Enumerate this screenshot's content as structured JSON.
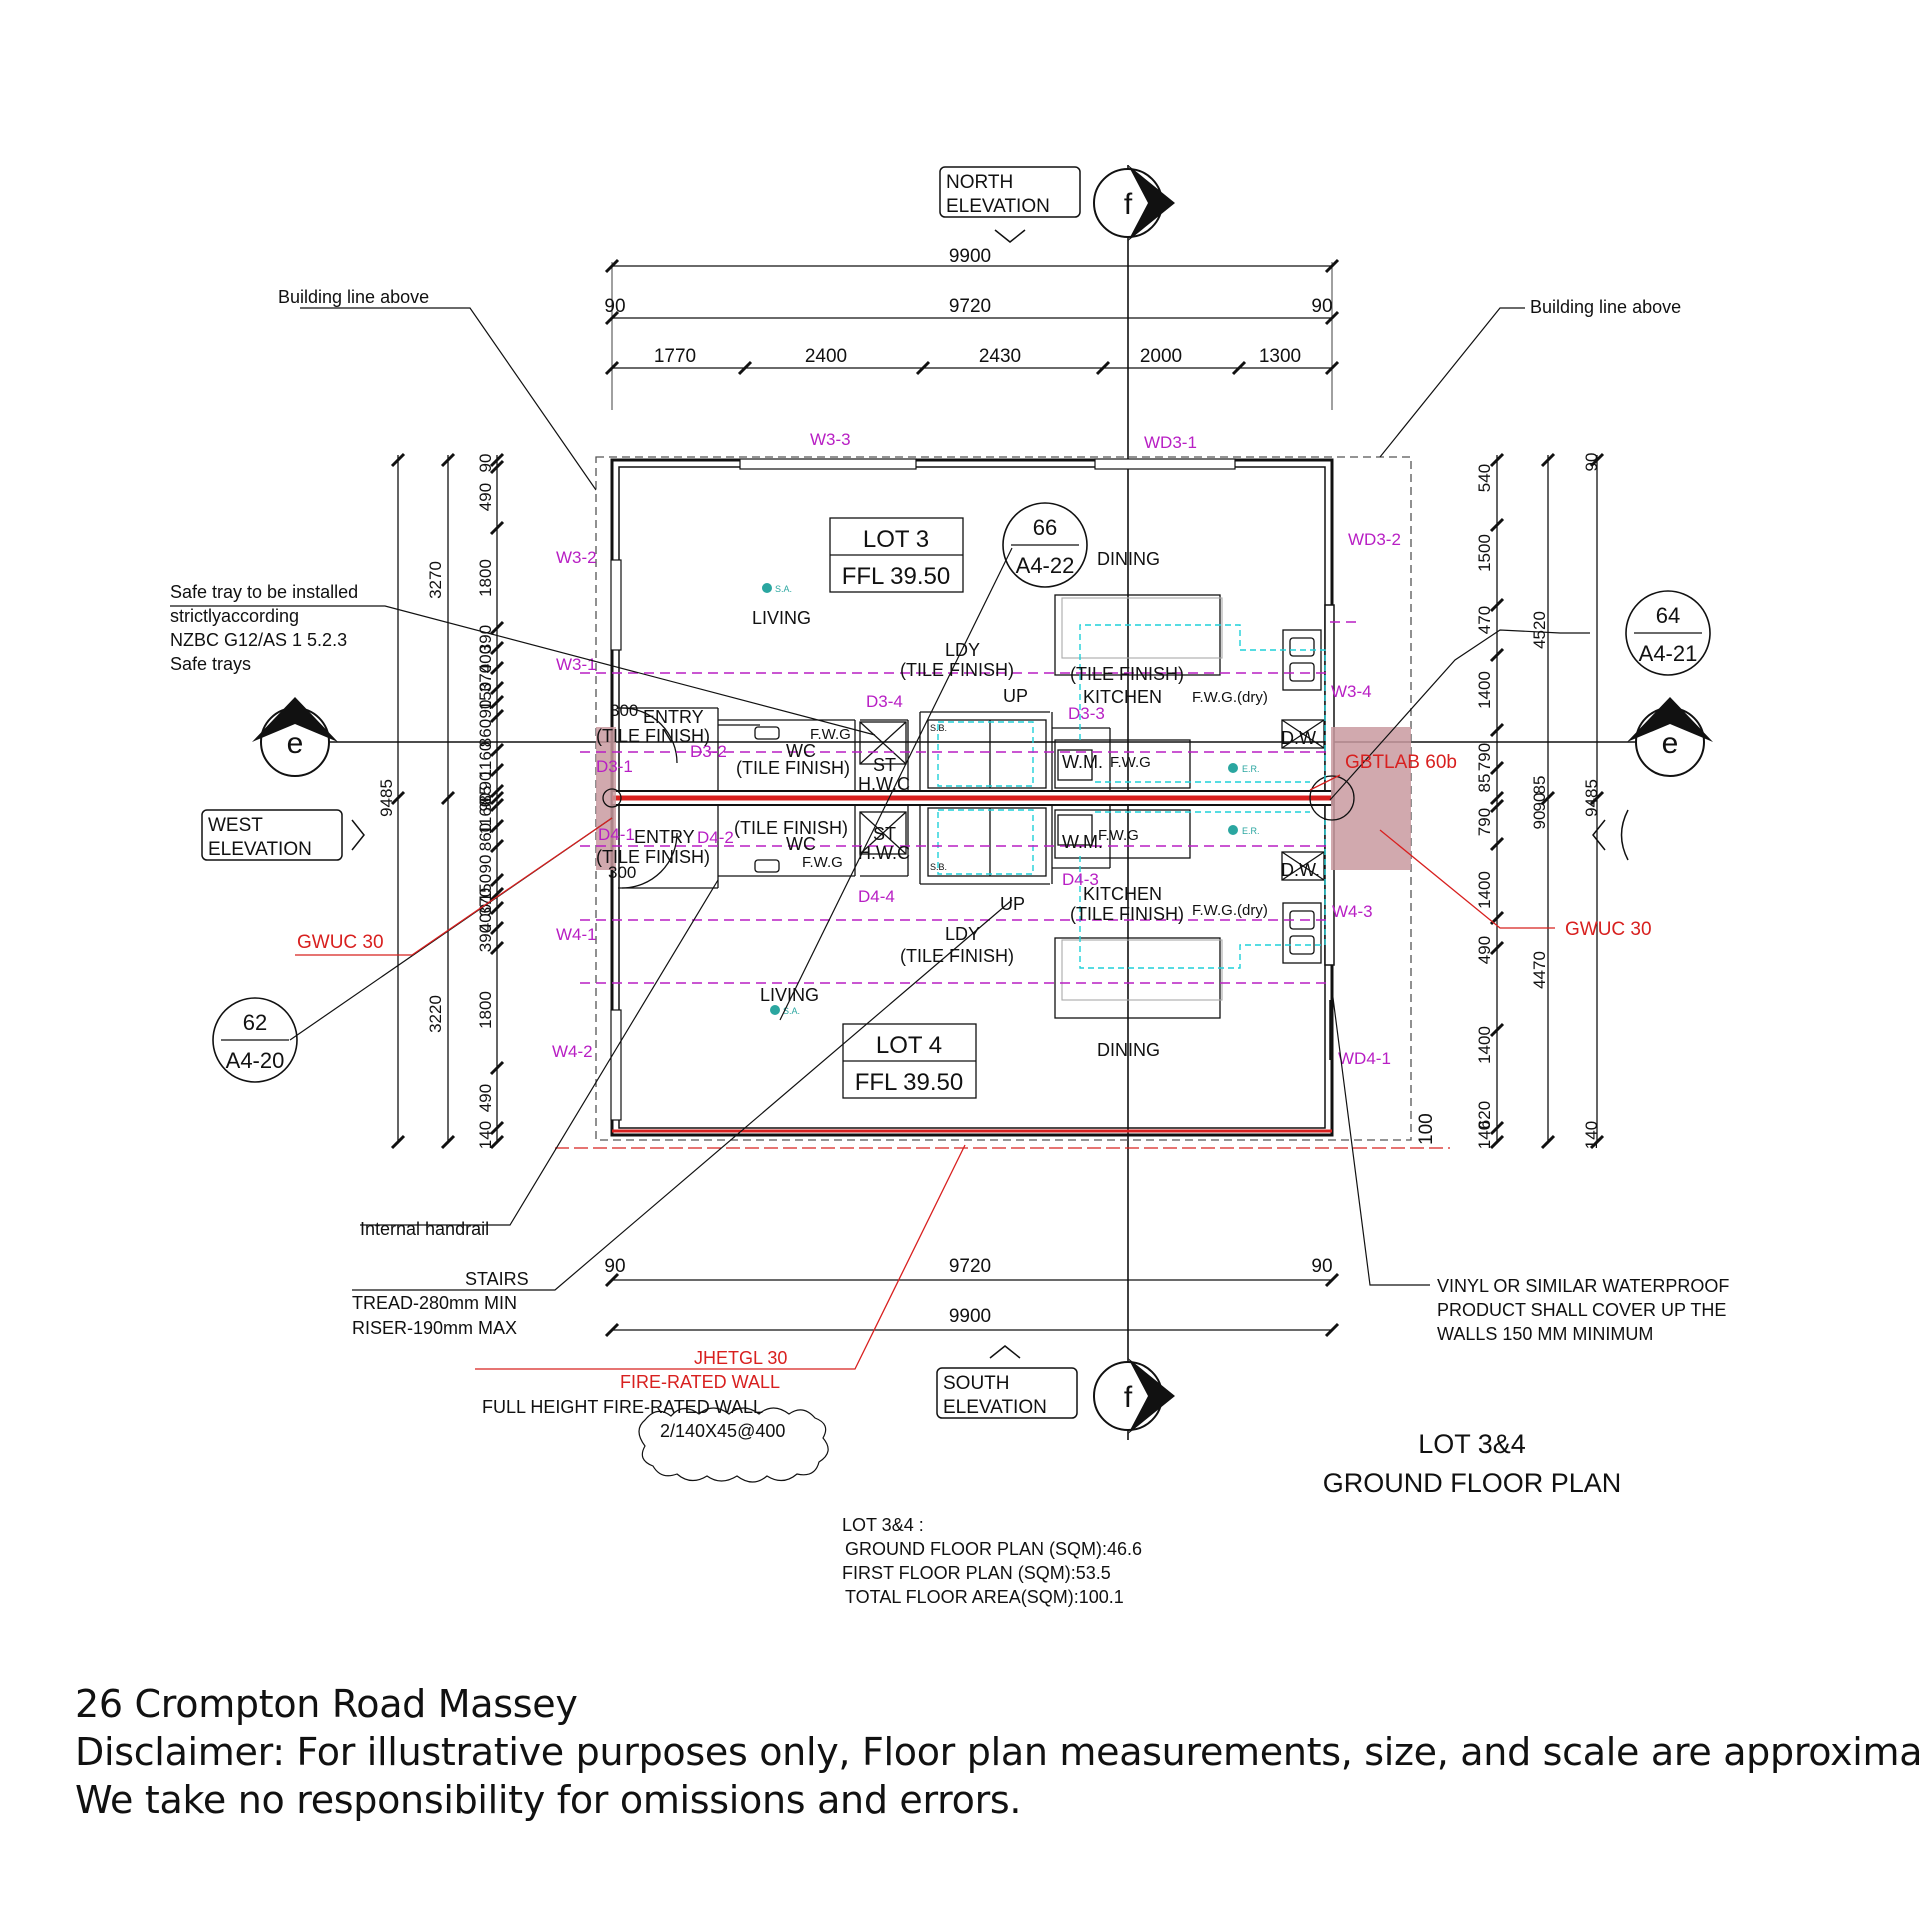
{
  "colors": {
    "ink": "#111111",
    "magenta": "#b81fc4",
    "red": "#d8201f",
    "cyan": "#1fd0d8",
    "pink": "#c99aa0",
    "teal": "#2aa6a0"
  },
  "elevation_tags": {
    "north": [
      "NORTH",
      "ELEVATION"
    ],
    "south": [
      "SOUTH",
      "ELEVATION"
    ],
    "west": [
      "WEST",
      "ELEVATION"
    ]
  },
  "grid_marks": {
    "f": "f",
    "e": "e"
  },
  "dimensions": {
    "top_overall": "9900",
    "top_inner": "9720",
    "top_left_wall": "90",
    "top_right_wall": "90",
    "top_segments": [
      "1770",
      "2400",
      "2430",
      "2000",
      "1300"
    ],
    "bottom_inner": "9720",
    "bottom_overall": "9900",
    "bottom_left_wall": "90",
    "bottom_right_wall": "90",
    "left_outer": "9485",
    "left_mid": [
      "3270",
      "3220"
    ],
    "left_inner": [
      "90",
      "490",
      "1800",
      "390",
      "400",
      "370",
      "150",
      "90",
      "860",
      "1160",
      "90",
      "85",
      "90",
      "1160",
      "860",
      "90",
      "150",
      "370",
      "400",
      "390",
      "1800",
      "490",
      "140"
    ],
    "right_outer": "9485",
    "right_mid": [
      "4520",
      "85",
      "90",
      "90",
      "4470"
    ],
    "right_inner": [
      "90",
      "540",
      "1500",
      "470",
      "1400",
      "790",
      "85",
      "790",
      "1400",
      "490",
      "1400",
      "620",
      "140"
    ],
    "right_gap": "100"
  },
  "window_tags": {
    "w3_3": "W3-3",
    "wd3_1": "WD3-1",
    "w3_2": "W3-2",
    "wd3_2": "WD3-2",
    "w3_1": "W3-1",
    "w3_4": "W3-4",
    "d3_4": "D3-4",
    "d3_2": "D3-2",
    "d3_1": "D3-1",
    "d3_3": "D3-3",
    "d4_1": "D4-1",
    "d4_2": "D4-2",
    "d4_4": "D4-4",
    "d4_3": "D4-3",
    "w4_1": "W4-1",
    "w4_2": "W4-2",
    "w4_3": "W4-3",
    "wd4_1": "WD4-1"
  },
  "rooms": {
    "lot3_title": "LOT 3",
    "lot3_ffl": "FFL 39.50",
    "lot4_title": "LOT 4",
    "lot4_ffl": "FFL 39.50",
    "living_3": "LIVING",
    "living_4": "LIVING",
    "dining_3": "DINING",
    "dining_4": "DINING",
    "ldy_3": [
      "LDY",
      "(TILE FINISH)"
    ],
    "ldy_4": [
      "LDY",
      "(TILE FINISH)"
    ],
    "kitchen_3": [
      "(TILE FINISH)",
      "KITCHEN"
    ],
    "kitchen_4": [
      "KITCHEN",
      "(TILE FINISH)"
    ],
    "entry_3": [
      "ENTRY",
      "(TILE FINISH)"
    ],
    "entry_4": [
      "ENTRY",
      "(TILE FINISH)"
    ],
    "wc_3": [
      "WC",
      "(TILE FINISH)"
    ],
    "wc_4": [
      "(TILE FINISH)",
      "WC"
    ],
    "up_3": "UP",
    "up_4": "UP",
    "st_3": [
      "ST",
      "H.W.C"
    ],
    "st_4": [
      "ST",
      "H.W.C"
    ],
    "wm_3": "W.M.",
    "wm_4": "W.M.",
    "dw_3": "D.W.",
    "dw_4": "D.W.",
    "fwg_3": "F.W.G",
    "fwg_4": "F.W.G",
    "fwg_wc_3": "F.W.G",
    "fwg_wc_4": "F.W.G",
    "fwg_dry_3": "F.W.G.(dry)",
    "fwg_dry_4": "F.W.G.(dry)",
    "sa": "S.A.",
    "er": "E.R.",
    "sb": "S.B.",
    "entry_dim_3": "300",
    "entry_dim_4": "300"
  },
  "section_refs": [
    {
      "num": "66",
      "sheet": "A4-22"
    },
    {
      "num": "64",
      "sheet": "A4-21"
    },
    {
      "num": "62",
      "sheet": "A4-20"
    }
  ],
  "fire_labels": {
    "gbtlab": "GBTLAB 60b",
    "gwuc_left": "GWUC 30",
    "gwuc_right": "GWUC 30"
  },
  "notes": {
    "building_line_left": "Building line above",
    "building_line_right": "Building line above",
    "safe_tray": [
      "Safe tray to be installed",
      "strictlyaccording",
      "NZBC G12/AS  1 5.2.3",
      "Safe trays"
    ],
    "handrail": "Internal handrail",
    "stairs": [
      "STAIRS",
      "TREAD-280mm MIN",
      "RISER-190mm MAX"
    ],
    "fire_wall": [
      "JHETGL 30",
      "FIRE-RATED WALL",
      "FULL HEIGHT FIRE-RATED WALL",
      "2/140X45@400"
    ],
    "vinyl": [
      "VINYL OR SIMILAR WATERPROOF",
      "PRODUCT SHALL COVER UP THE",
      "WALLS 150 MM MINIMUM"
    ]
  },
  "plan_title": [
    "LOT 3&4",
    "GROUND FLOOR PLAN"
  ],
  "areas": [
    "LOT 3&4 :",
    "GROUND  FLOOR PLAN (SQM):46.6",
    "FIRST FLOOR PLAN (SQM):53.5",
    "TOTAL FLOOR AREA(SQM):100.1"
  ],
  "footer": {
    "address": "26 Crompton Road Massey",
    "disclaimer": "Disclaimer: For illustrative purposes only, Floor plan measurements, size, and scale are approximate.",
    "responsibility": "We take no responsibility for omissions and errors."
  }
}
